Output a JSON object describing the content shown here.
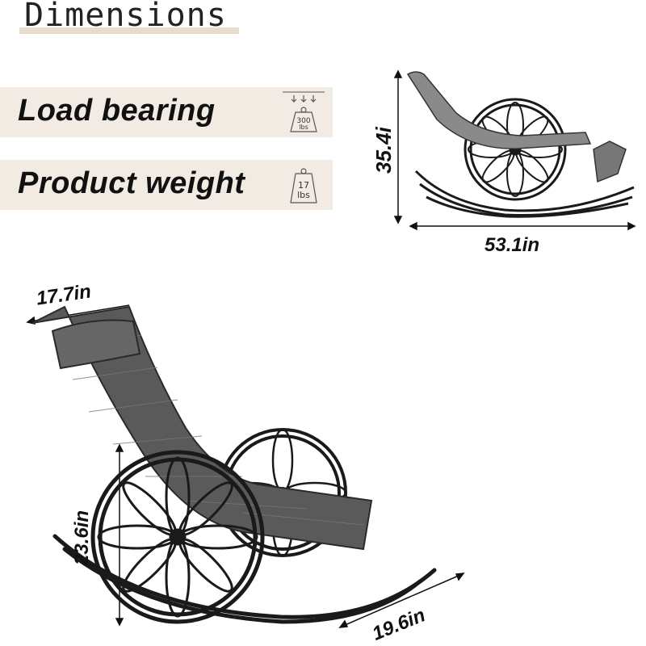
{
  "title": "Dimensions",
  "specs": {
    "load_bearing": {
      "label": "Load bearing",
      "value": "300",
      "unit": "lbs"
    },
    "product_weight": {
      "label": "Product weight",
      "value": "17",
      "unit": "lbs"
    }
  },
  "side_view": {
    "height_label": "35.4i",
    "length_label": "53.1in"
  },
  "main_view": {
    "width_label": "17.7in",
    "seat_height_label": "23.6in",
    "depth_label": "19.6in"
  },
  "colors": {
    "accent_bg": "#f2ebe3",
    "chair": "#4a4a4a",
    "frame": "#1a1a1a"
  }
}
